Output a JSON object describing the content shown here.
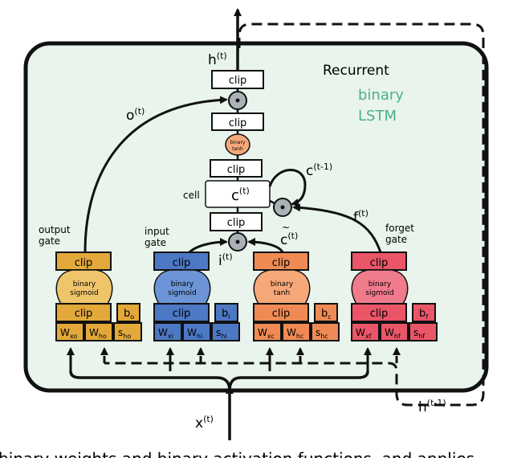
{
  "title_recurrent": "Recurrent",
  "title_binary": "binary",
  "title_lstm": "LSTM",
  "colors": {
    "panel_bg": "#e9f4ec",
    "panel_border": "#111111",
    "accent_teal": "#4aaf8e",
    "output_fill": "#efc56b",
    "output_dark": "#e2a839",
    "input_fill": "#6c94d6",
    "input_dark": "#4c78c4",
    "cell_fill": "#f6a878",
    "cell_dark": "#ef8a55",
    "forget_fill": "#f07b8c",
    "forget_dark": "#ea5568",
    "node_gray": "#aab2b6"
  },
  "labels": {
    "h_t": "h",
    "h_t_sup": "(t)",
    "o_t": "o",
    "o_t_sup": "(t)",
    "c_prev": "c",
    "c_prev_sup": "(t-1)",
    "cell": "cell",
    "c_t": "c",
    "c_t_sup": "(t)",
    "f_t": "f",
    "f_t_sup": "(t)",
    "forget_gate": [
      "forget",
      "gate"
    ],
    "output_gate": [
      "output",
      "gate"
    ],
    "input_gate": [
      "input",
      "gate"
    ],
    "c_tilde": "c",
    "c_tilde_sup": "(t)",
    "i_t": "i",
    "i_t_sup": "(t)",
    "x_t": "x",
    "x_t_sup": "(t)",
    "h_prev": "h",
    "h_prev_sup": "(t-1)"
  },
  "center_stack": {
    "clip": "clip",
    "binary_tanh": [
      "binary",
      "tanh"
    ]
  },
  "gates": [
    {
      "key": "output",
      "clip_top": "clip",
      "act": [
        "binary",
        "sigmoid"
      ],
      "clip_bot": "clip",
      "b": "b",
      "b_sub": "o",
      "w": [
        {
          "t": "W",
          "s": "xo"
        },
        {
          "t": "W",
          "s": "ho"
        },
        {
          "t": "s",
          "s": "ho"
        }
      ]
    },
    {
      "key": "input",
      "clip_top": "clip",
      "act": [
        "binary",
        "sigmoid"
      ],
      "clip_bot": "clip",
      "b": "b",
      "b_sub": "i",
      "w": [
        {
          "t": "W",
          "s": "xi"
        },
        {
          "t": "W",
          "s": "hi"
        },
        {
          "t": "s",
          "s": "hi"
        }
      ]
    },
    {
      "key": "candidate",
      "clip_top": "clip",
      "act": [
        "binary",
        "tanh"
      ],
      "clip_bot": "clip",
      "b": "b",
      "b_sub": "c",
      "w": [
        {
          "t": "W",
          "s": "xc"
        },
        {
          "t": "W",
          "s": "hc"
        },
        {
          "t": "s",
          "s": "hc"
        }
      ]
    },
    {
      "key": "forget",
      "clip_top": "clip",
      "act": [
        "binary",
        "sigmoid"
      ],
      "clip_bot": "clip",
      "b": "b",
      "b_sub": "f",
      "w": [
        {
          "t": "W",
          "s": "xf"
        },
        {
          "t": "W",
          "s": "hf"
        },
        {
          "t": "s",
          "s": "hf"
        }
      ]
    }
  ],
  "caption": "binary weights and binary activation functions, and applies"
}
